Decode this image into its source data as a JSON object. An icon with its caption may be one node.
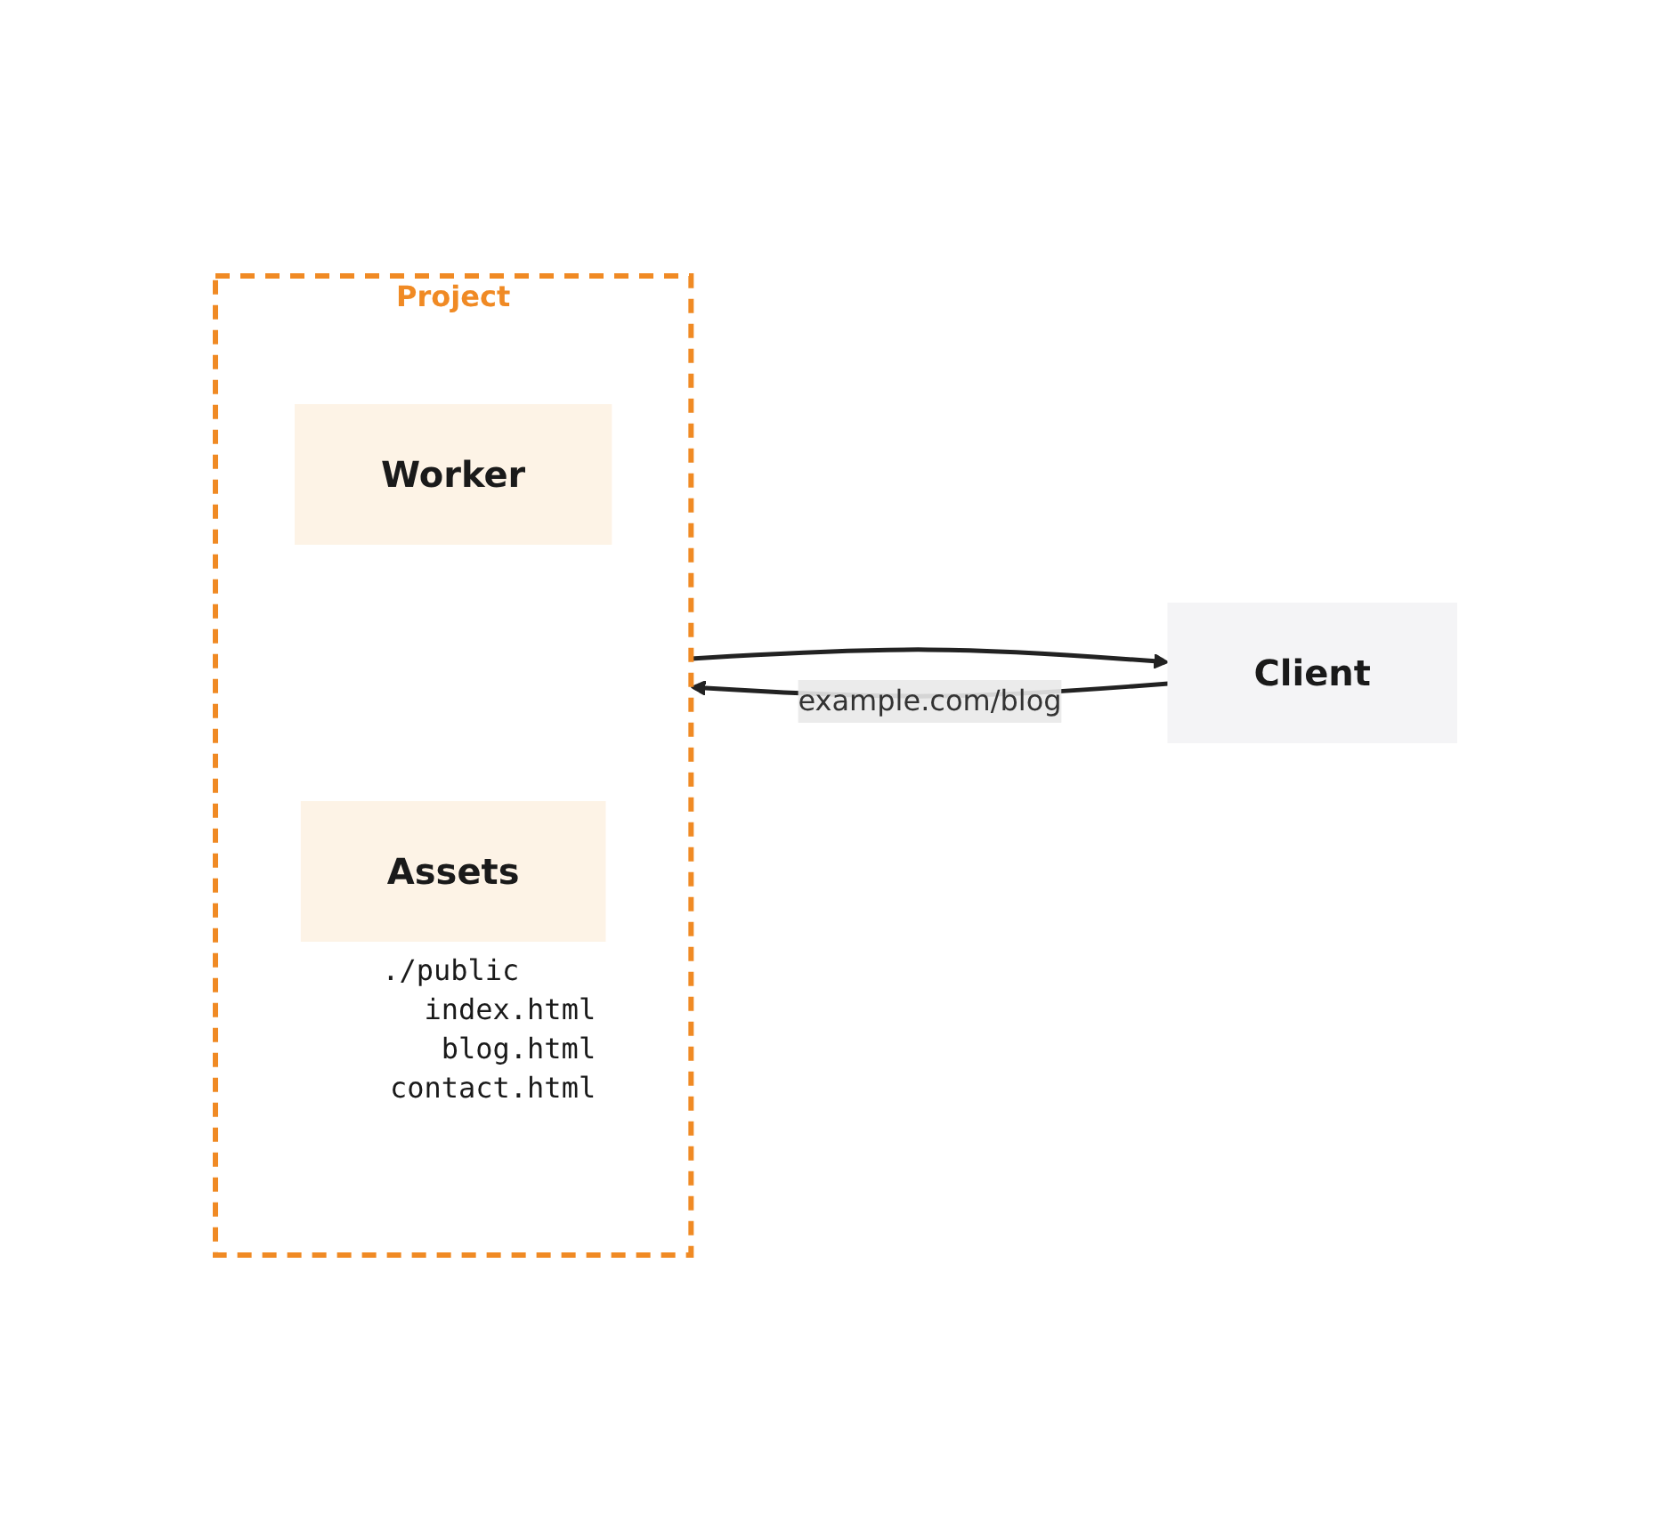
{
  "diagram": {
    "nodes": [
      {
        "text": [
          "Project"
        ]
      },
      {
        "text": [
          "Worker"
        ],
        "in": 0
      },
      {
        "text": [
          "Assets"
        ],
        "in": 0,
        "beside": [
          "./public",
          "index.html",
          "blog.html",
          "contact.html"
        ]
      },
      {
        "text": [
          "Client"
        ]
      }
    ],
    "edges": [
      {
        "from": 3,
        "to": 0,
        "arrow": "to",
        "label": "example.com/blog"
      },
      {
        "from": 0,
        "to": 3,
        "arrow": "to"
      }
    ]
  }
}
